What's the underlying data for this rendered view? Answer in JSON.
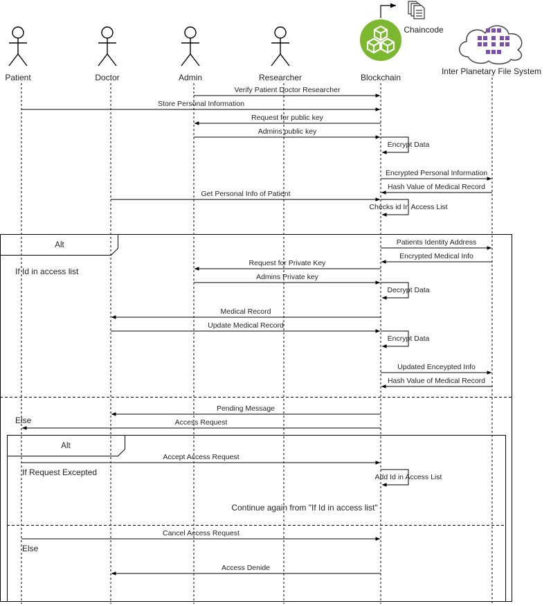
{
  "actors": [
    {
      "id": "patient",
      "label": "Patient",
      "type": "person"
    },
    {
      "id": "doctor",
      "label": "Doctor",
      "type": "person"
    },
    {
      "id": "admin",
      "label": "Admin",
      "type": "person"
    },
    {
      "id": "researcher",
      "label": "Researcher",
      "type": "person"
    },
    {
      "id": "blockchain",
      "label": "Blockchain",
      "type": "blockchain-icon"
    },
    {
      "id": "ipfs",
      "label": "Inter Planetary File System",
      "type": "cloud-icon"
    }
  ],
  "chaincode_label": "Chaincode",
  "messages": [
    {
      "from": "admin",
      "to": "blockchain",
      "label": "Verify Patient Doctor Researcher"
    },
    {
      "from": "patient",
      "to": "blockchain",
      "label": "Store Personal Information"
    },
    {
      "from": "blockchain",
      "to": "admin",
      "label": "Request for public key"
    },
    {
      "from": "admin",
      "to": "blockchain",
      "label": "Admins public key"
    },
    {
      "from": "blockchain",
      "to": "blockchain",
      "label": "Encrypt  Data",
      "self": true
    },
    {
      "from": "blockchain",
      "to": "ipfs",
      "label": "Encrypted Personal Information"
    },
    {
      "from": "ipfs",
      "to": "blockchain",
      "label": "Hash Value of Medical Record"
    },
    {
      "from": "doctor",
      "to": "blockchain",
      "label": "Get Personal Info of Patient"
    },
    {
      "from": "blockchain",
      "to": "blockchain",
      "label": "Checks id In Access List",
      "self": true
    },
    {
      "from": "blockchain",
      "to": "ipfs",
      "label": "Patients Identity Address"
    },
    {
      "from": "ipfs",
      "to": "blockchain",
      "label": "Encrypted Medical Info"
    },
    {
      "from": "blockchain",
      "to": "admin",
      "label": "Request for Private Key"
    },
    {
      "from": "admin",
      "to": "blockchain",
      "label": "Admins Private key"
    },
    {
      "from": "blockchain",
      "to": "blockchain",
      "label": "Decrypt Data",
      "self": true
    },
    {
      "from": "blockchain",
      "to": "doctor",
      "label": "Medical Record"
    },
    {
      "from": "doctor",
      "to": "blockchain",
      "label": "Update Medical Record"
    },
    {
      "from": "blockchain",
      "to": "blockchain",
      "label": "Encrypt Data",
      "self": true
    },
    {
      "from": "blockchain",
      "to": "ipfs",
      "label": "Updated Enceypted Info"
    },
    {
      "from": "ipfs",
      "to": "blockchain",
      "label": "Hash Value of Medical Record"
    },
    {
      "from": "blockchain",
      "to": "doctor",
      "label": "Pending Message"
    },
    {
      "from": "blockchain",
      "to": "patient",
      "label": "Access Request"
    },
    {
      "from": "patient",
      "to": "blockchain",
      "label": "Accept Access Request"
    },
    {
      "from": "blockchain",
      "to": "blockchain",
      "label": "Add Id in Access List",
      "self": true
    },
    {
      "from": "patient",
      "to": "blockchain",
      "label": "Cancel Access Request"
    },
    {
      "from": "blockchain",
      "to": "doctor",
      "label": "Access Denide"
    }
  ],
  "frames": [
    {
      "label": "Alt"
    },
    {
      "label": "Alt"
    }
  ],
  "conditions": [
    {
      "text": "If Id in access list"
    },
    {
      "text": "Else"
    },
    {
      "text": "If Request Excepted"
    },
    {
      "text": "Else"
    }
  ],
  "notes": [
    {
      "text": "Continue again from \"If Id in access list\""
    }
  ],
  "colors": {
    "blockchain_icon": "#7cb82f",
    "ipfs_blocks": "#7b4fa8",
    "line": "#000000"
  },
  "icons": [
    "person-icon",
    "blockchain-icon",
    "cloud-icon",
    "document-stack-icon"
  ]
}
